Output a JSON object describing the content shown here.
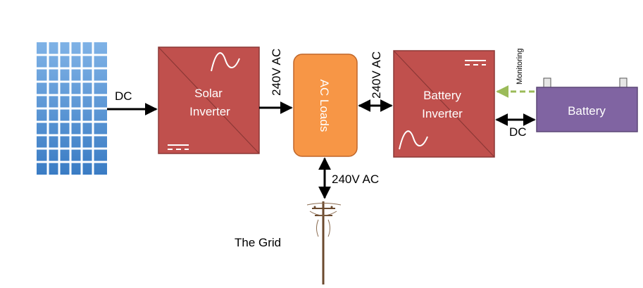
{
  "solar_inverter": {
    "line1": "Solar",
    "line2": "Inverter"
  },
  "ac_loads": {
    "label": "AC Loads"
  },
  "battery_inverter": {
    "line1": "Battery",
    "line2": "Inverter"
  },
  "battery": {
    "label": "Battery"
  },
  "grid": {
    "label": "The Grid"
  },
  "connections": {
    "panel_to_solar": "DC",
    "solar_to_loads": "240V AC",
    "loads_to_battery_inverter": "240V AC",
    "loads_to_grid": "240V AC",
    "battery_inverter_to_battery": "DC",
    "monitoring": "Monitoring"
  },
  "colors": {
    "inverter_fill": "#c0504d",
    "inverter_border": "#8c3836",
    "loads_fill": "#f79646",
    "loads_border": "#c0672a",
    "battery_fill": "#8064a2",
    "battery_border": "#5c4776",
    "panel_fill": "#5b9bd5",
    "monitor_arrow": "#9bbb59"
  }
}
